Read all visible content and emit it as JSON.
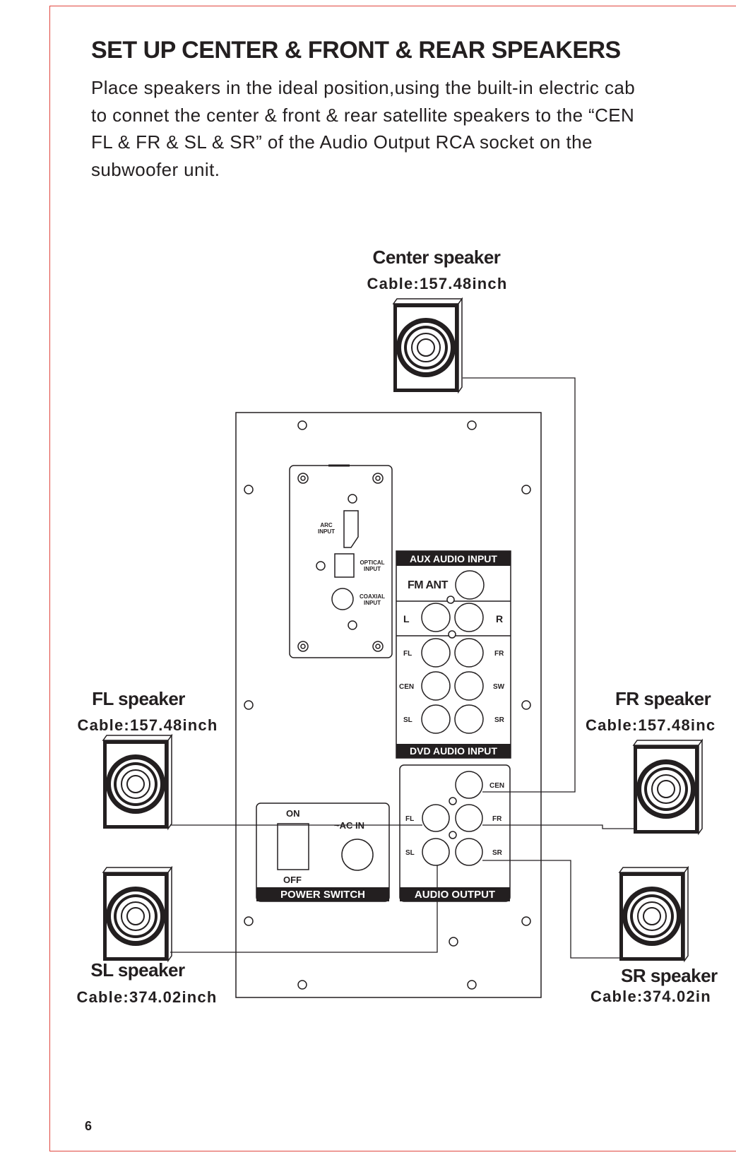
{
  "title": "SET UP CENTER & FRONT & REAR SPEAKERS",
  "intro_lines": [
    "Place speakers in the ideal position,using the built-in electric cab",
    "to connet the center & front & rear satellite speakers to the “CEN",
    "FL & FR & SL & SR” of the Audio Output RCA socket on the",
    "subwoofer unit."
  ],
  "speakers": {
    "center": {
      "name": "Center speaker",
      "cable": "Cable:157.48inch"
    },
    "fl": {
      "name": "FL speaker",
      "cable": "Cable:157.48inch"
    },
    "fr": {
      "name": "FR speaker",
      "cable": "Cable:157.48inc"
    },
    "sl": {
      "name": "SL speaker",
      "cable": "Cable:374.02inch"
    },
    "sr": {
      "name": "SR speaker",
      "cable": "Cable:374.02in"
    }
  },
  "panel": {
    "hdmi_label": [
      "ARC",
      "INPUT"
    ],
    "optical_label": [
      "OPTICAL",
      "INPUT"
    ],
    "coaxial_label": [
      "COAXIAL",
      "INPUT"
    ],
    "aux_header": "AUX AUDIO INPUT",
    "fm_ant": "FM ANT",
    "aux_left": "L",
    "aux_right": "R",
    "dvd_labels": {
      "fl": "FL",
      "fr": "FR",
      "cen": "CEN",
      "sw": "SW",
      "sl": "SL",
      "sr": "SR"
    },
    "dvd_header": "DVD AUDIO INPUT",
    "output_labels": {
      "cen": "CEN",
      "fl": "FL",
      "fr": "FR",
      "sl": "SL",
      "sr": "SR"
    },
    "output_header": "AUDIO OUTPUT",
    "switch_on": "ON",
    "switch_off": "OFF",
    "ac_in": "~AC IN",
    "power_header": "POWER SWITCH"
  },
  "page_number": "6",
  "colors": {
    "border": "#e0453e",
    "ink": "#231f20"
  }
}
